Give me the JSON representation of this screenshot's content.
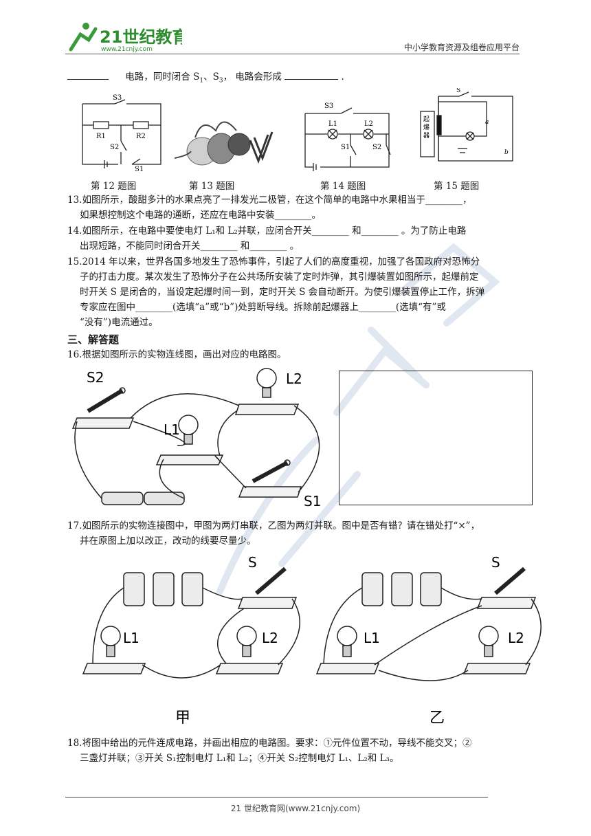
{
  "header": {
    "logo_text": "21世纪教育",
    "logo_url_text": "www.21cnjy.com",
    "right_text": "中小学教育资源及组卷应用平台"
  },
  "top_line": {
    "part1": "电路，同时闭合 S",
    "sub1": "1",
    "sep": "、S",
    "sub3": "3",
    "part2": "，  电路会形成",
    "end": "."
  },
  "figures": {
    "fig12_caption": "第 12 题图",
    "fig13_caption": "第 13 题图",
    "fig14_caption": "第 14 题图",
    "fig15_caption": "第 15 题图",
    "fig12_labels": [
      "S3",
      "R1",
      "S2",
      "R2",
      "S1"
    ],
    "fig14_labels": [
      "S3",
      "L1",
      "L2",
      "S1",
      "S2"
    ],
    "fig15_labels": [
      "S",
      "起爆器",
      "a",
      "b"
    ]
  },
  "q13": {
    "line1": "13.如图所示，酸甜多汁的水果点亮了一排发光二极管，在这个简单的电路中水果相当于________，",
    "line2": "如果想控制这个电路的通断，还应在电路中安装________。"
  },
  "q14": {
    "line1": "14.如图所示，在电路中要使电灯 L₁和 L₂并联，应闭合开关________  和________  。为了防止电路",
    "line2": "出现短路，不能同时闭合开关________  和________  。"
  },
  "q15": {
    "line1": "15.2014 年以来，世界各国多地发生了恐怖事件，引起了人们的高度重视，加强了各国政府对恐怖分",
    "line2": "子的打击力度。某次发生了恐怖分子在公共场所安装了定时炸弹，其引爆装置如图所示，起爆前定",
    "line3": "时开关 S 是闭合的，当设定起爆时间一到，定时开关 S 会自动断开。为使引爆装置停止工作，拆弹",
    "line4": "专家应在图中________(选填“a”或“b”)处剪断导线。拆除前起爆器上________(选填“有”或",
    "line5": "“没有”)电流通过。"
  },
  "section3": {
    "title": "三、解答题"
  },
  "q16": {
    "line1": "16.根据如图所示的实物连线图，画出对应的电路图。",
    "labels": [
      "S2",
      "L2",
      "L1",
      "S1"
    ]
  },
  "q17": {
    "line1": "17.如图所示的实物连接图中，甲图为两灯串联，乙图为两灯并联。图中是否有错？请在错处打“×”，",
    "line2": "并在原图上加以改正，改动的线要尽量少。",
    "label_jia": "甲",
    "label_yi": "乙",
    "labels": [
      "S",
      "L1",
      "L2",
      "S",
      "L1",
      "L2"
    ]
  },
  "q18": {
    "line1": "18.将图中给出的元件连成电路，并画出相应的电路图。要求：①元件位置不动，导线不能交叉；②",
    "line2": "三盏灯并联；③开关 S₁控制电灯 L₁和 L₂；④开关 S₂控制电灯 L₁、L₂和 L₃。"
  },
  "footer": {
    "text": "21 世纪教育网(www.21cnjy.com)"
  }
}
